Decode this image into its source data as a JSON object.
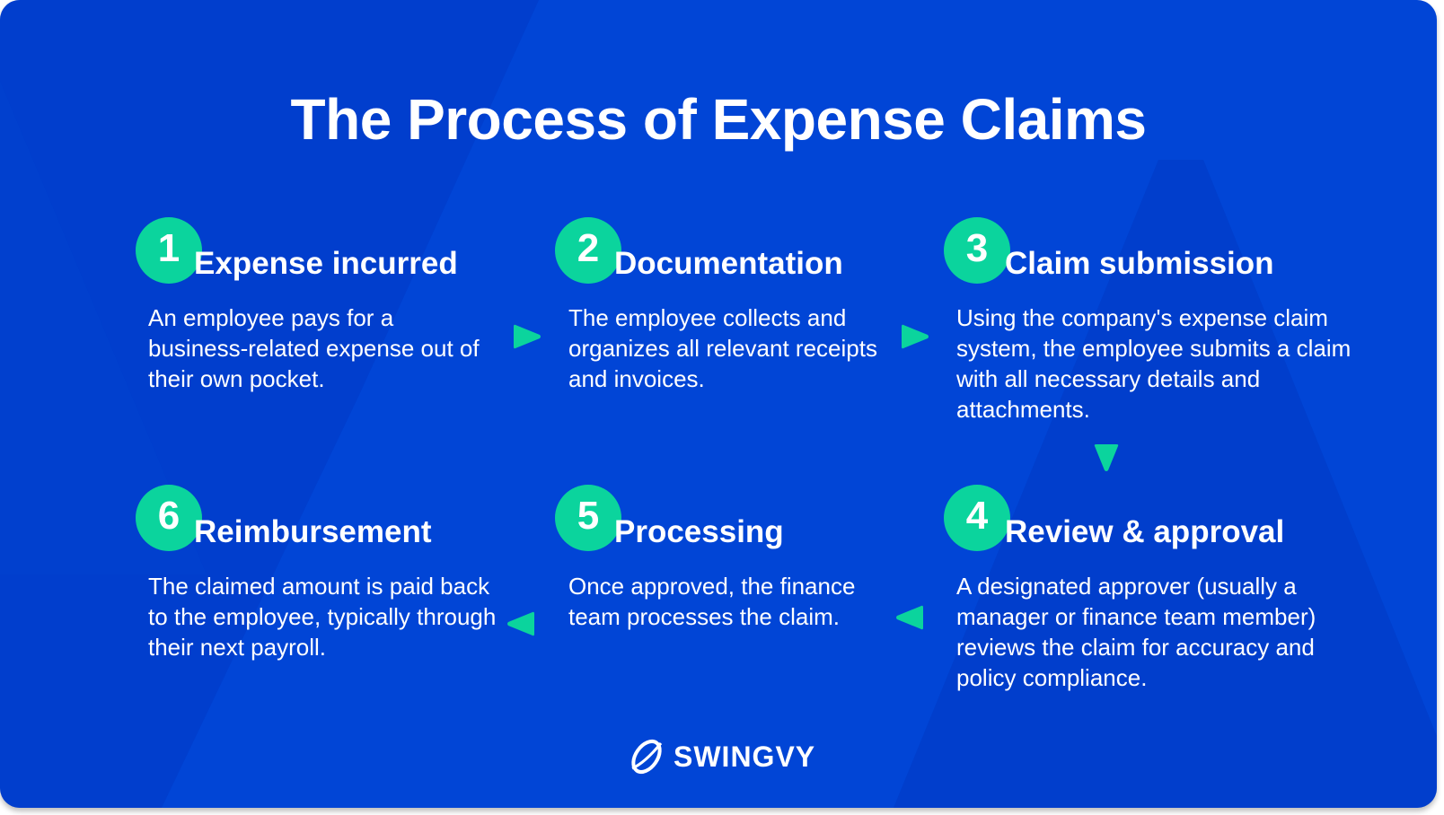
{
  "title": "The Process of Expense Claims",
  "steps": [
    {
      "number": "1",
      "heading": "Expense incurred",
      "body": "An employee pays for a business-related expense out of their own pocket."
    },
    {
      "number": "2",
      "heading": "Documentation",
      "body": "The employee collects and organizes all relevant receipts and invoices."
    },
    {
      "number": "3",
      "heading": "Claim submission",
      "body": "Using the company's expense claim system, the employee submits a claim with all necessary details and attachments."
    },
    {
      "number": "4",
      "heading": "Review & approval",
      "body": "A designated approver (usually a manager or finance team member) reviews the claim for accuracy and policy compliance."
    },
    {
      "number": "5",
      "heading": "Processing",
      "body": "Once approved, the finance team processes the claim."
    },
    {
      "number": "6",
      "heading": "Reimbursement",
      "body": "The claimed amount is paid back to the employee, typically through their next payroll."
    }
  ],
  "logo": {
    "text": "SWINGVY"
  },
  "colors": {
    "background": "#0145d6",
    "accent": "#0bd49d"
  }
}
